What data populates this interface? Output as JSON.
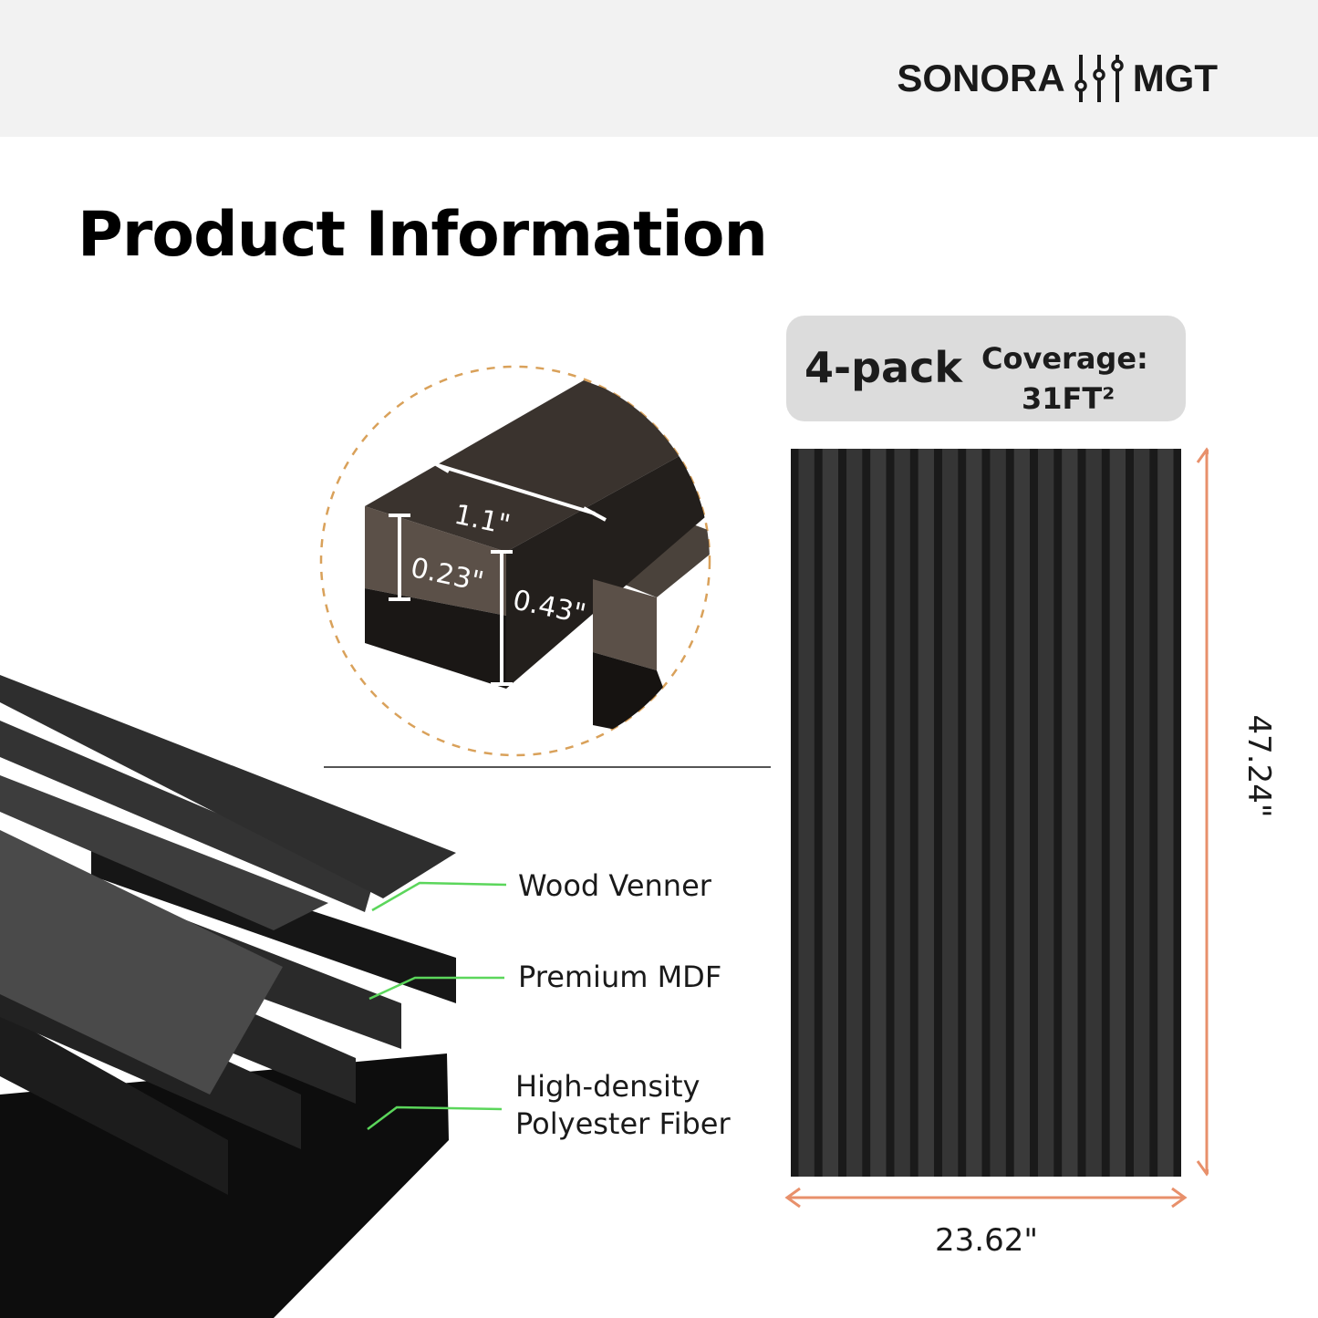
{
  "brand": {
    "left": "SONORA",
    "right": "MGT"
  },
  "page_title": "Product Information",
  "coverage": {
    "pack": "4-pack",
    "label": "Coverage:",
    "value": "31FT²"
  },
  "panel": {
    "width_label": "23.62\"",
    "height_label": "47.24\""
  },
  "profile": {
    "width": "1.1\"",
    "veneer_thickness": "0.23\"",
    "total_thickness": "0.43\""
  },
  "layers": [
    {
      "label": "Wood Venner"
    },
    {
      "label": "Premium MDF"
    },
    {
      "label": "High-density",
      "label2": "Polyester Fiber"
    }
  ],
  "colors": {
    "accent_green": "#5bd65b",
    "dimension_orange": "#e8906b",
    "panel_dark": "#2c2c2c"
  }
}
